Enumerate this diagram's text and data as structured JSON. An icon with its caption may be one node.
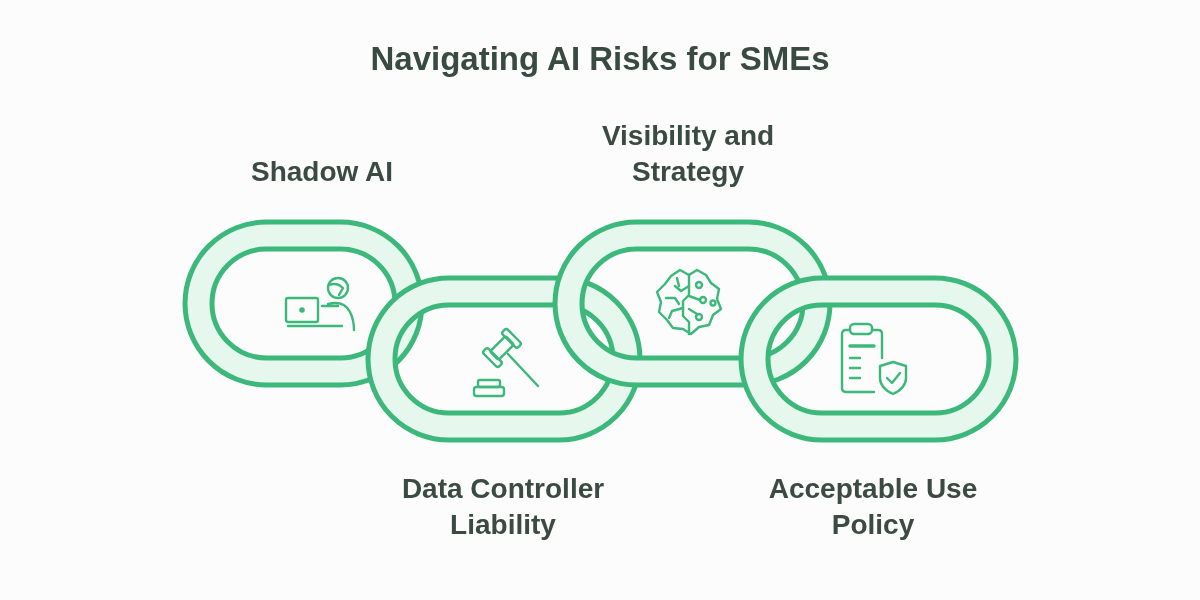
{
  "diagram": {
    "title": "Navigating AI Risks for SMEs",
    "nodes": [
      {
        "text": [
          "Shadow AI"
        ]
      },
      {
        "text": [
          "Data Controller Liability"
        ]
      },
      {
        "text": [
          "Visibility and Strategy"
        ]
      },
      {
        "text": [
          "Acceptable Use Policy"
        ]
      }
    ]
  }
}
